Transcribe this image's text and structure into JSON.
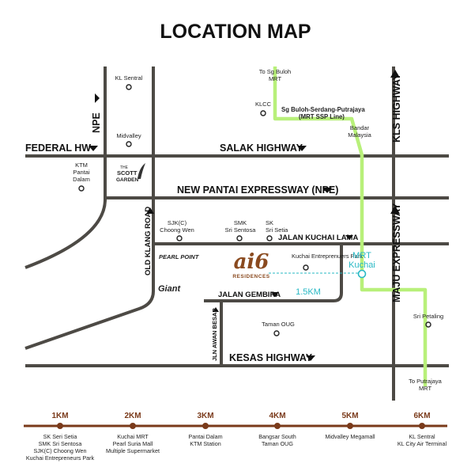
{
  "title": "LOCATION MAP",
  "colors": {
    "road": "#4d4a45",
    "mrt_line": "#b8f07a",
    "mrt_accent": "#27b8c4",
    "scale_line": "#7a3a1a",
    "text": "#222222"
  },
  "roads": {
    "federal_hw": "FEDERAL HW",
    "salak_highway": "SALAK HIGHWAY",
    "npe_expressway": "NEW PANTAI EXPRESSWAY (NPE)",
    "npe": "NPE",
    "old_klang_road": "OLD KLANG ROAD",
    "jalan_kuchai_lama": "JALAN KUCHAI LAMA",
    "jalan_gembira": "JALAN GEMBIRA",
    "jln_awan_besar": "JLN AWAN BESAR",
    "kesas_highway": "KESAS HIGHWAY",
    "kls_highway": "KLS HIGHWAY",
    "maju_expressway": "MAJU EXPRESSWAY"
  },
  "landmarks": {
    "kl_sentral": "KL Sentral",
    "midvalley": "Midvalley",
    "ktm_pantai_dalam": [
      "KTM",
      "Pantai",
      "Dalam"
    ],
    "scott_garden": [
      "THE",
      "SCOTT",
      "GARDEN"
    ],
    "klcc": "KLCC",
    "to_sg_buloh": [
      "To Sg Buloh",
      "MRT"
    ],
    "ssp_line": [
      "Sg Buloh-Serdang-Putrajaya",
      "(MRT SSP Line)"
    ],
    "bandar_malaysia": [
      "Bandar",
      "Malaysia"
    ],
    "sjkc_choong_wen": [
      "SJK(C)",
      "Choong Wen"
    ],
    "smk_sri_sentosa": [
      "SMK",
      "Sri Sentosa"
    ],
    "sk_sri_setia": [
      "SK",
      "Sri Setia"
    ],
    "pearl_point": "PEARL POINT",
    "giant": "Giant",
    "kuchai_entrepreneurs_park": "Kuchai Entreprenuers Park",
    "mrt_kuchai": [
      "MRT",
      "Kuchai"
    ],
    "distance": "1.5KM",
    "taman_oug": "Taman OUG",
    "sri_petaling": "Sri Petaling",
    "to_putrajaya": [
      "To Putrajaya",
      "MRT"
    ]
  },
  "logo": {
    "mark": "ai6",
    "subtitle": "RESIDENCES"
  },
  "scale": [
    {
      "km": "1KM",
      "places": [
        "SK Seri Setia",
        "SMK Sri Sentosa",
        "SJK(C) Choong Wen",
        "Kuchai Entrepreneurs Park"
      ]
    },
    {
      "km": "2KM",
      "places": [
        "Kuchai MRT",
        "Pearl Suria Mall",
        "Multiple Supermarket"
      ]
    },
    {
      "km": "3KM",
      "places": [
        "Pantai Dalam",
        "KTM Station"
      ]
    },
    {
      "km": "4KM",
      "places": [
        "Bangsar South",
        "Taman OUG"
      ]
    },
    {
      "km": "5KM",
      "places": [
        "Midvalley Megamall"
      ]
    },
    {
      "km": "6KM",
      "places": [
        "KL Sentral",
        "KL City Air Terminal"
      ]
    }
  ]
}
